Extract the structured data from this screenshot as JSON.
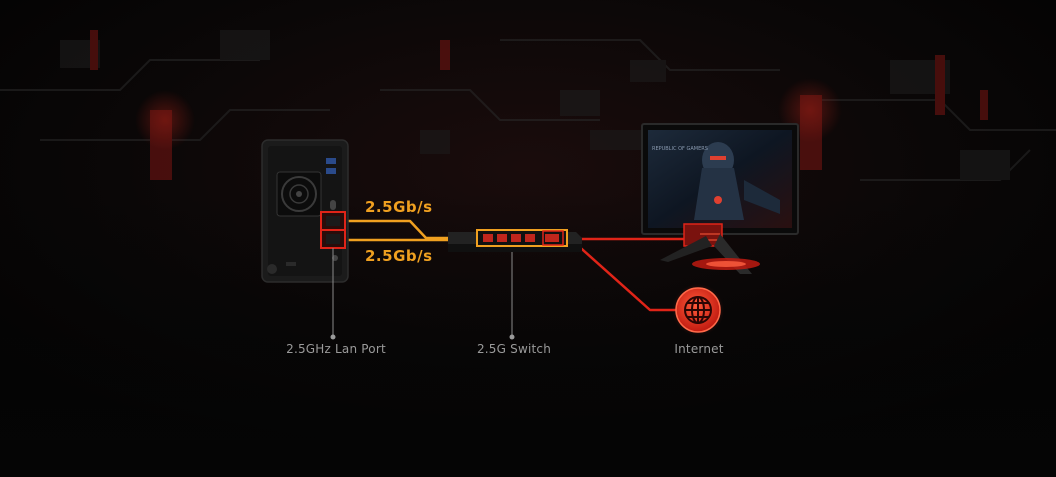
{
  "colors": {
    "background": "#050505",
    "circuit_red": "#d0201a",
    "link_orange": "#f0a020",
    "link_red": "#e02418",
    "label_gray": "#9a9a9a"
  },
  "links": {
    "speed_top": "2.5Gb/s",
    "speed_bottom": "2.5Gb/s"
  },
  "devices": {
    "nas_label": "2.5GHz Lan Port",
    "switch_label": "2.5G Switch",
    "internet_label": "Internet",
    "monitor_screen_text": "REPUBLIC OF GAMERS",
    "internet_icon": "globe-icon"
  }
}
